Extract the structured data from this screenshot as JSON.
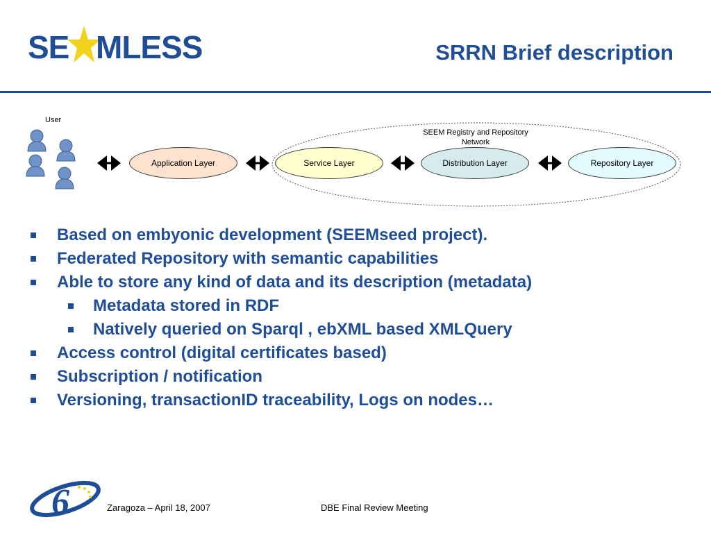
{
  "header": {
    "logo_text_left": "SE",
    "logo_text_right": "MLESS",
    "title": "SRRN Brief description"
  },
  "diagram": {
    "user_label": "User",
    "network_label_line1": "SEEM Registry and Repository",
    "network_label_line2": "Network",
    "layers": [
      {
        "label": "Application Layer",
        "color": "#fde3cf"
      },
      {
        "label": "Service Layer",
        "color": "#ffffd0"
      },
      {
        "label": "Distribution Layer",
        "color": "#d6ecec"
      },
      {
        "label": "Repository Layer",
        "color": "#e4fbff"
      }
    ]
  },
  "bullets": [
    {
      "text": "Based on embyonic development (SEEMseed  project).",
      "level": 1
    },
    {
      "text": "Federated Repository with semantic capabilities",
      "level": 1
    },
    {
      "text": "Able to store any kind of data and its description (metadata)",
      "level": 1
    },
    {
      "text": "Metadata stored in RDF",
      "level": 2
    },
    {
      "text": "Natively queried on Sparql , ebXML based XMLQuery",
      "level": 2
    },
    {
      "text": "Access control (digital certificates based)",
      "level": 1
    },
    {
      "text": "Subscription / notification",
      "level": 1
    },
    {
      "text": "Versioning, transactionID traceability, Logs on nodes…",
      "level": 1
    }
  ],
  "footer": {
    "left": "Zaragoza – April 18, 2007",
    "center": "DBE Final Review Meeting"
  },
  "colors": {
    "accent": "#1f4e96",
    "star": "#f2d21d"
  }
}
